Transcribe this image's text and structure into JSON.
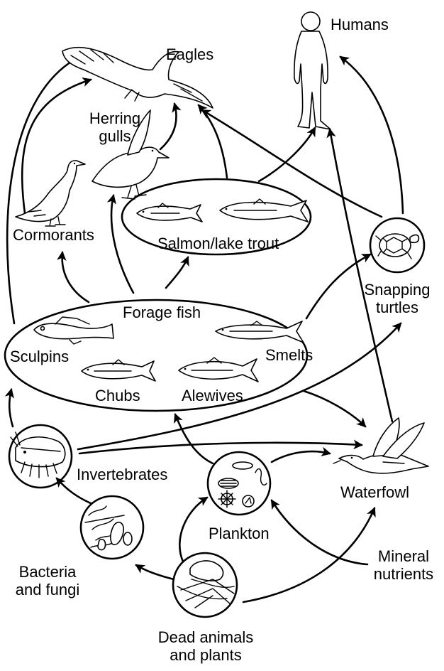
{
  "labels": {
    "eagles": "Eagles",
    "humans": "Humans",
    "herring_gulls": [
      "Herring",
      "gulls"
    ],
    "cormorants": "Cormorants",
    "salmon": "Salmon/lake trout",
    "forage_fish": "Forage fish",
    "sculpins": "Sculpins",
    "smelts": "Smelts",
    "chubs": "Chubs",
    "alewives": "Alewives",
    "snapping_turtles": [
      "Snapping",
      "turtles"
    ],
    "invertebrates": "Invertebrates",
    "waterfowl": "Waterfowl",
    "plankton": "Plankton",
    "bacteria_fungi": [
      "Bacteria",
      "and fungi"
    ],
    "mineral_nutrients": [
      "Mineral",
      "nutrients"
    ],
    "dead": [
      "Dead animals",
      "and plants"
    ]
  },
  "icons": [
    "eagle-icon",
    "human-icon",
    "gull-icon",
    "cormorant-icon",
    "fish-icon",
    "turtle-icon",
    "invertebrate-icon",
    "plankton-icon",
    "bacteria-icon",
    "detritus-icon",
    "duck-icon"
  ],
  "colors": {
    "ink": "#000000",
    "background": "#ffffff"
  }
}
